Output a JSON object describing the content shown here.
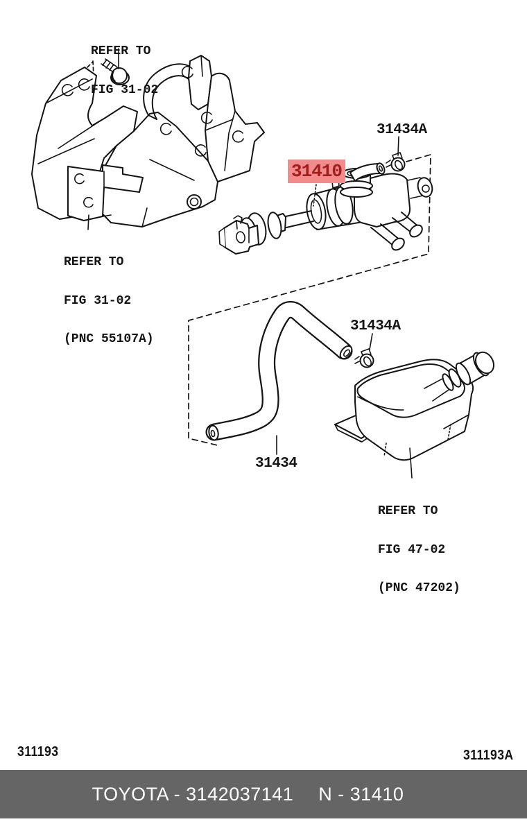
{
  "diagram": {
    "annotations": {
      "refer_top": [
        "REFER TO",
        "FIG 31-02"
      ],
      "refer_bracket": [
        "REFER TO",
        "FIG 31-02",
        "(PNC 55107A)"
      ],
      "refer_reservoir": [
        "REFER TO",
        "FIG 47-02",
        "(PNC 47202)"
      ]
    },
    "part_labels": {
      "main": "31410",
      "clamp_top": "31434A",
      "clamp_mid": "31434A",
      "hose": "31434"
    },
    "codes": {
      "bottom_left": "311193",
      "bottom_right": "311193A"
    },
    "colors": {
      "highlight_bg": "#f28b8b",
      "highlight_text": "#a01e1e",
      "footer_bg": "#656565",
      "footer_text": "#ffffff",
      "line": "#141414",
      "background": "#ffffff"
    }
  },
  "footer": {
    "left_code": "TOYOTA - 3142037141",
    "right_code": "N - 31410"
  }
}
